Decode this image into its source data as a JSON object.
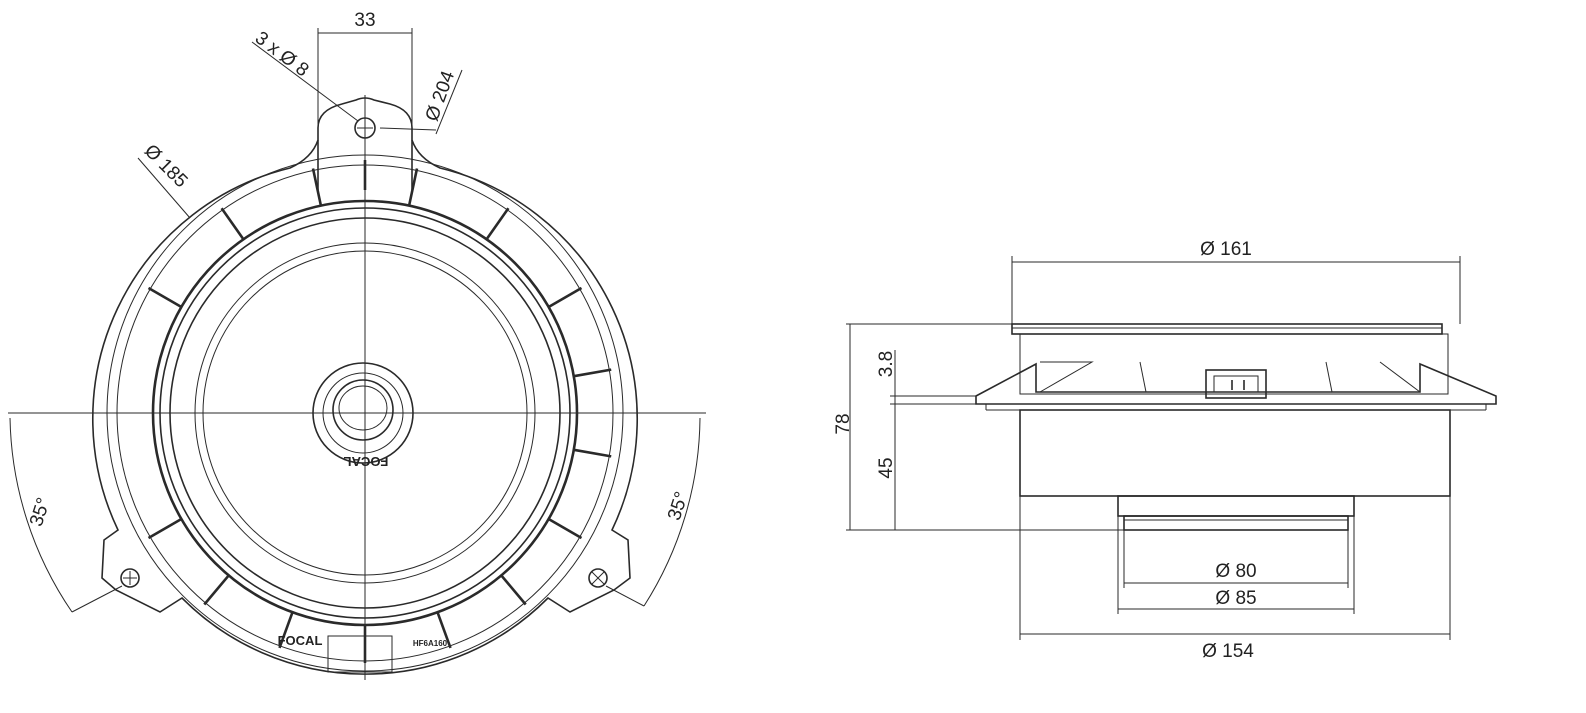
{
  "front_view": {
    "dim_tab_width": "33",
    "dim_holes": "3 x Ø 8",
    "dim_outer_diameter": "Ø 204",
    "dim_inner_diameter": "Ø 185",
    "angle_left": "35°",
    "angle_right": "35°",
    "logo_front": "FOCAL",
    "logo_bottom": "FOCAL",
    "model_text": "HF6A160"
  },
  "side_view": {
    "dim_top": "Ø 161",
    "dim_total_height": "78",
    "dim_flange": "3.8",
    "dim_depth": "45",
    "dim_magnet_inner": "Ø 80",
    "dim_magnet_outer": "Ø 85",
    "dim_basket": "Ø 154"
  }
}
